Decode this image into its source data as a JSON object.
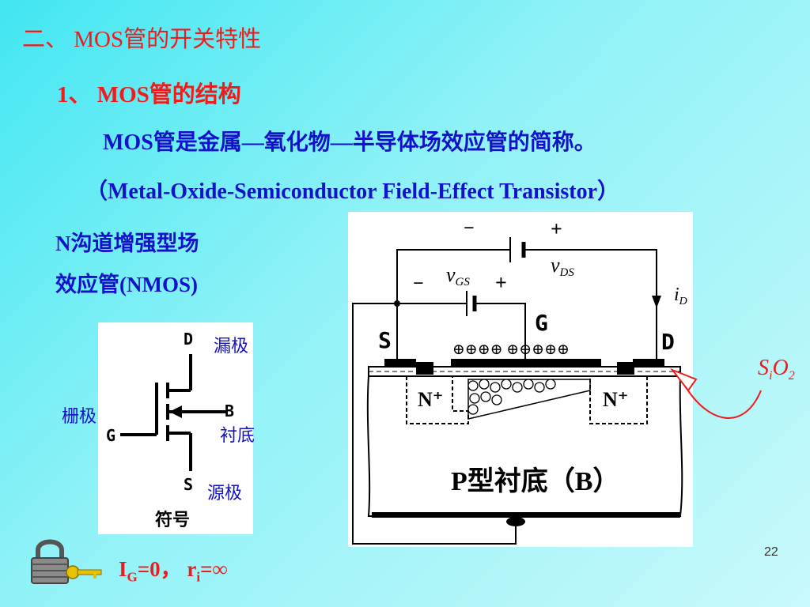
{
  "slide": {
    "section_title": "二、 MOS管的开关特性",
    "subsection_title": "1、 MOS管的结构",
    "definition": "MOS管是金属—氧化物—半导体场效应管的简称。",
    "english_name": "（Metal-Oxide-Semiconductor Field-Effect Transistor）",
    "nmos_line1": "N沟道增强型场",
    "nmos_line2": "效应管(NMOS)",
    "page_number": "22"
  },
  "symbol": {
    "pin_d": "D",
    "pin_g": "G",
    "pin_b": "B",
    "pin_s": "S",
    "caption": "符号",
    "label_drain": "漏极",
    "label_gate": "栅极",
    "label_substrate": "衬底",
    "label_source": "源极"
  },
  "structure": {
    "minus_top": "−",
    "plus_top": "+",
    "minus_gs": "−",
    "plus_gs": "+",
    "v_main": "v",
    "v_gs_sub": "GS",
    "v_ds_sub": "DS",
    "i_main": "i",
    "i_sub": "D",
    "terminal_s": "S",
    "terminal_g": "G",
    "terminal_d": "D",
    "positive_charges": "⊕⊕⊕⊕ ⊕⊕⊕⊕⊕",
    "n_plus": "N⁺",
    "substrate_label": "P型衬底（B）",
    "oxide_label_main": "S",
    "oxide_label_i": "i",
    "oxide_label_o": "O",
    "oxide_label_2": "2"
  },
  "formula": {
    "i_letter": "I",
    "i_sub": "G",
    "i_value": "=0，",
    "r_letter": "r",
    "r_sub": "i",
    "r_value": "=∞"
  }
}
